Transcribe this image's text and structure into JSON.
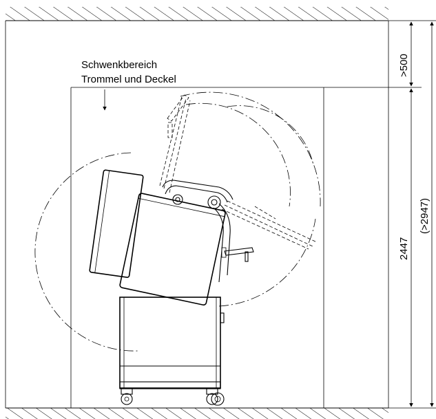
{
  "labels": {
    "swivel_line1": "Schwenkbereich",
    "swivel_line2": "Trommel und Deckel"
  },
  "dimensions": {
    "clearance": ">500",
    "machine_height": "2447",
    "total_height": "(>2947)"
  }
}
